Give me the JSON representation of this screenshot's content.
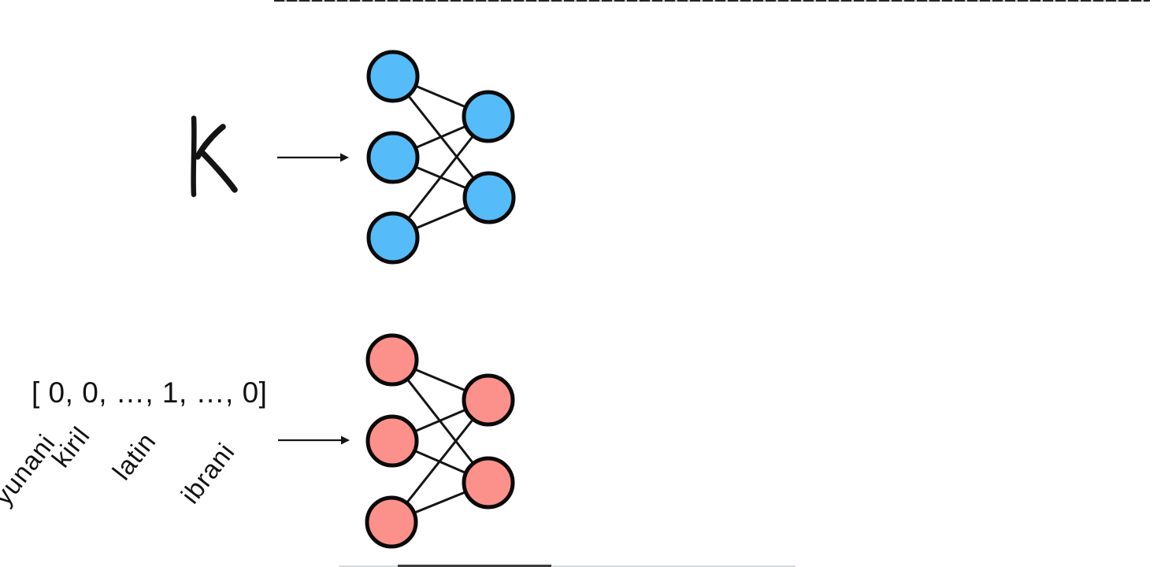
{
  "slide": {
    "background": "#ffffff"
  },
  "colors": {
    "top_network_node": "#55bcf9",
    "bottom_network_node": "#fc918b",
    "node_outline": "#0a0a0a",
    "edge_line": "#151515",
    "ink": "#141414"
  },
  "top_diagram": {
    "handwritten_letter": "K",
    "network": {
      "input_node_count": 3,
      "output_node_count": 2
    }
  },
  "bottom_diagram": {
    "vector_text": "[ 0, 0, …, 1, …, 0]",
    "labels": [
      "yunani",
      "kiril",
      "latin",
      "ibrani"
    ],
    "network": {
      "input_node_count": 3,
      "output_node_count": 2
    }
  }
}
